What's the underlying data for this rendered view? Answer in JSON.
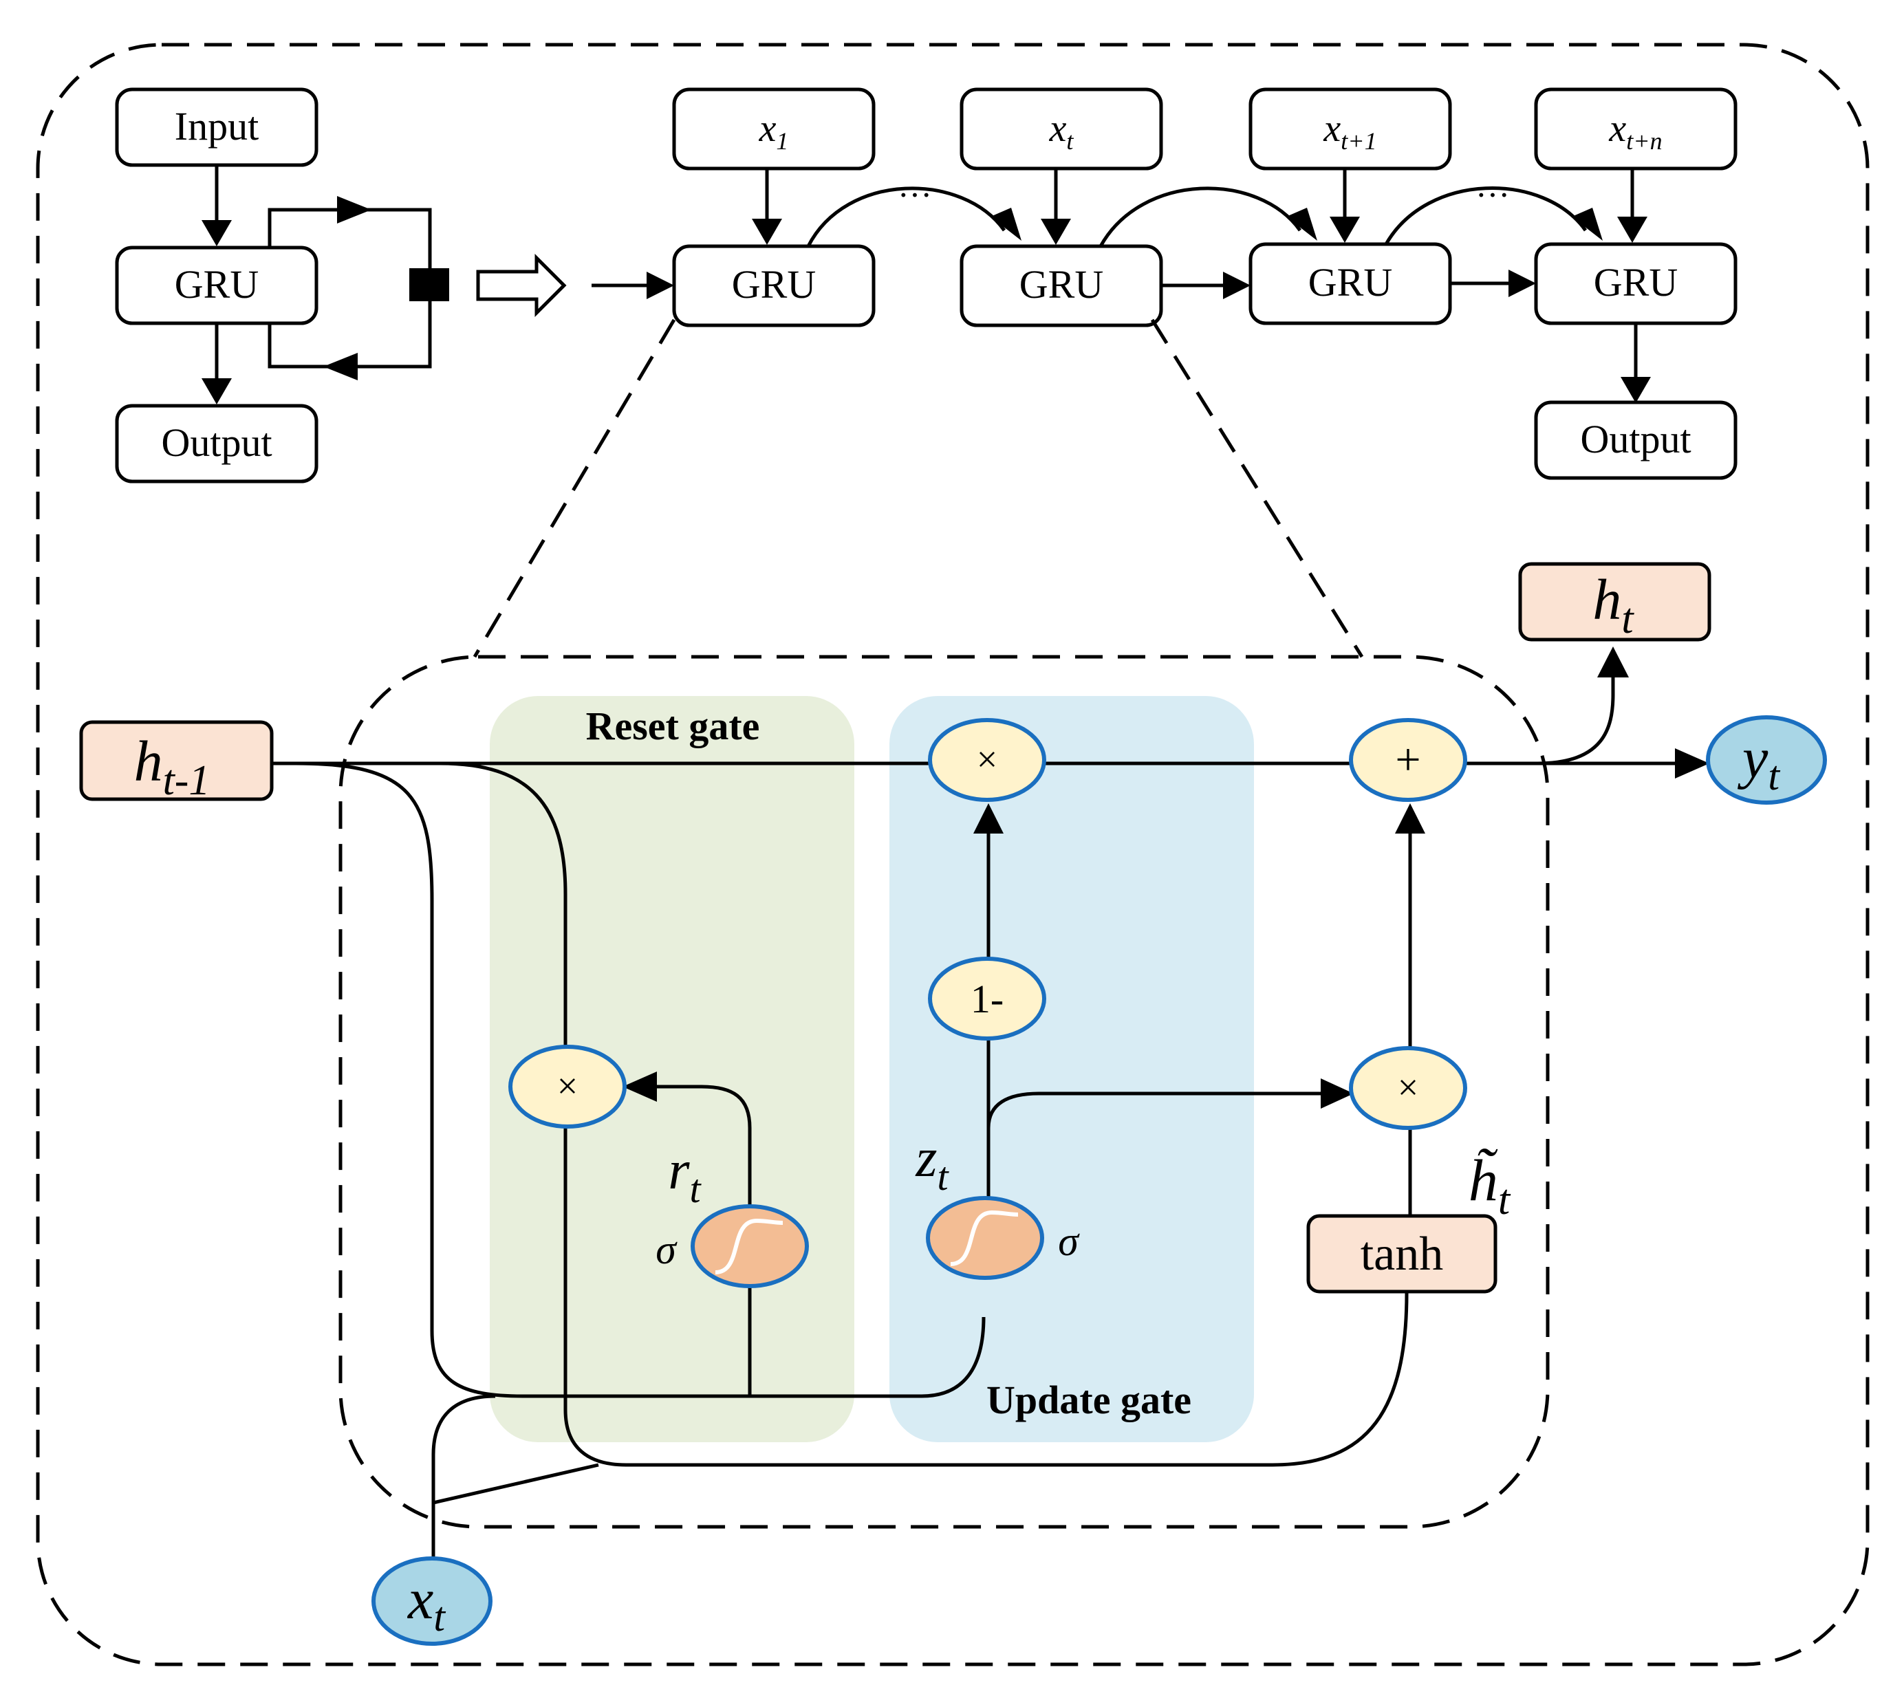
{
  "unrolled": {
    "input_label": "Input",
    "cell_label": "GRU",
    "output_label": "Output",
    "inputs": [
      {
        "base": "x",
        "sub": "1"
      },
      {
        "base": "x",
        "sub": "t"
      },
      {
        "base": "x",
        "sub": "t+1"
      },
      {
        "base": "x",
        "sub": "t+n"
      }
    ],
    "ellipsis": "···"
  },
  "cell": {
    "prev_hidden": {
      "base": "h",
      "sub": "t-1"
    },
    "hidden_out": {
      "base": "h",
      "sub": "t"
    },
    "output": {
      "base": "y",
      "sub": "t"
    },
    "input": {
      "base": "x",
      "sub": "t"
    },
    "reset_gate_label": "Reset gate",
    "update_gate_label": "Update gate",
    "reset_var": {
      "base": "r",
      "sub": "t"
    },
    "update_var": {
      "base": "z",
      "sub": "t"
    },
    "candidate": {
      "base": "h̃",
      "sub": "t"
    },
    "sigma": "σ",
    "multiply": "×",
    "add": "+",
    "one_minus": "1-",
    "tanh": "tanh"
  },
  "colors": {
    "reset_region": "#e8efdc",
    "update_region": "#d8ecf4",
    "cell_background": "#f0f0f0",
    "operator_fill": "#fff3cc",
    "sigmoid_fill": "#f3bd94",
    "io_fill": "#a9d6e6",
    "state_fill": "#fbe3d3",
    "outline_blue": "#1a6fc0"
  }
}
